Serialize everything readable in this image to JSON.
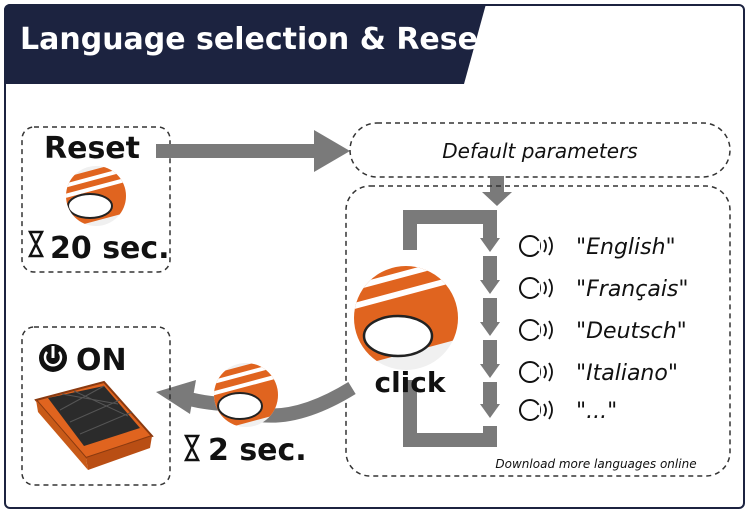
{
  "title": "Language selection & Reset",
  "reset_box": {
    "heading": "Reset",
    "duration": "20 sec."
  },
  "default_box": {
    "label": "Default parameters"
  },
  "language_box": {
    "action": "click",
    "languages": [
      "\"English\"",
      "\"Français\"",
      "\"Deutsch\"",
      "\"Italiano\"",
      "\"...\""
    ],
    "footer": "Download more languages online"
  },
  "on_box": {
    "label": "ON"
  },
  "hold_step": {
    "duration": "2 sec."
  },
  "colors": {
    "header_bg": "#1c2340",
    "arrow": "#7a7a7a",
    "device_orange": "#e0641f",
    "dashed_border": "#333333"
  }
}
